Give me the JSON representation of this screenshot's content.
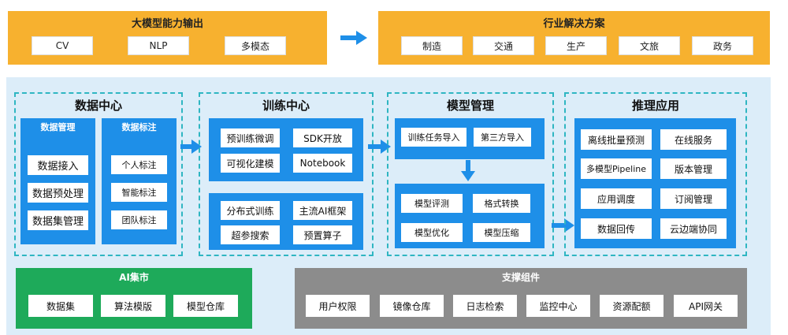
{
  "top": {
    "left_title": "大模型能力输出",
    "left_items": [
      "CV",
      "NLP",
      "多模态"
    ],
    "right_title": "行业解决方案",
    "right_items": [
      "制造",
      "交通",
      "生产",
      "文旅",
      "政务"
    ]
  },
  "data_center": {
    "title": "数据中心",
    "mgmt_title": "数据管理",
    "mgmt_items": [
      "数据接入",
      "数据预处理",
      "数据集管理"
    ],
    "label_title": "数据标注",
    "label_items": [
      "个人标注",
      "智能标注",
      "团队标注"
    ]
  },
  "training_center": {
    "title": "训练中心",
    "group1": [
      "预训练微调",
      "SDK开放",
      "可视化建模",
      "Notebook"
    ],
    "group2": [
      "分布式训练",
      "主流AI框架",
      "超参搜索",
      "预置算子"
    ]
  },
  "model_mgmt": {
    "title": "模型管理",
    "import_items": [
      "训练任务导入",
      "第三方导入"
    ],
    "ops_items": [
      "模型评测",
      "格式转换",
      "模型优化",
      "模型压缩"
    ]
  },
  "inference": {
    "title": "推理应用",
    "items": [
      "离线批量预测",
      "在线服务",
      "多模型Pipeline",
      "版本管理",
      "应用调度",
      "订阅管理",
      "数据回传",
      "云边端协同"
    ]
  },
  "ai_market": {
    "title": "AI集市",
    "items": [
      "数据集",
      "算法模版",
      "模型仓库"
    ]
  },
  "support": {
    "title": "支撑组件",
    "items": [
      "用户权限",
      "镜像仓库",
      "日志检索",
      "监控中心",
      "资源配额",
      "API网关"
    ]
  },
  "colors": {
    "orange": "#f7b12f",
    "blue": "#1e8fe8",
    "cyan_dash": "#2fb6c2",
    "green": "#1eaa5a",
    "gray": "#8c8c8c",
    "panel_bg": "#dcedf9"
  }
}
